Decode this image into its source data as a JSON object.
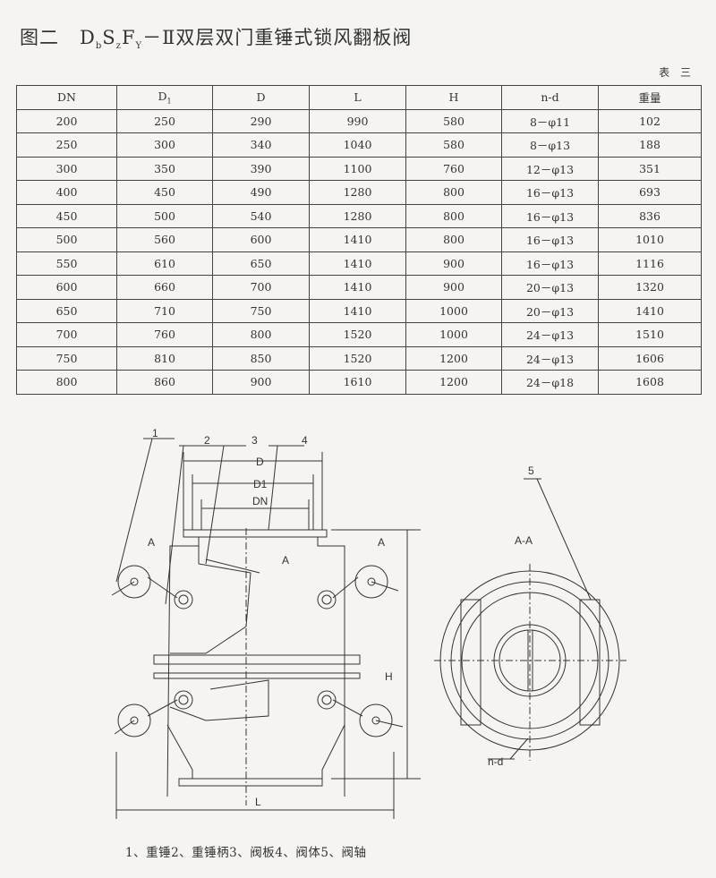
{
  "title": {
    "prefix": "图二",
    "model_d": "D",
    "model_b": "b",
    "model_s": "S",
    "model_z": "z",
    "model_f": "F",
    "model_y": "Y",
    "suffix": "－Ⅱ双层双门重锤式锁风翻板阀"
  },
  "table_tag": "表 三",
  "table": {
    "headers": [
      "DN",
      "D",
      "D",
      "L",
      "H",
      "n-d",
      "重量"
    ],
    "header_sub_d1": "1",
    "rows": [
      [
        "200",
        "250",
        "290",
        "990",
        "580",
        "8－φ11",
        "102"
      ],
      [
        "250",
        "300",
        "340",
        "1040",
        "580",
        "8－φ13",
        "188"
      ],
      [
        "300",
        "350",
        "390",
        "1100",
        "760",
        "12－φ13",
        "351"
      ],
      [
        "400",
        "450",
        "490",
        "1280",
        "800",
        "16－φ13",
        "693"
      ],
      [
        "450",
        "500",
        "540",
        "1280",
        "800",
        "16－φ13",
        "836"
      ],
      [
        "500",
        "560",
        "600",
        "1410",
        "800",
        "16－φ13",
        "1010"
      ],
      [
        "550",
        "610",
        "650",
        "1410",
        "900",
        "16－φ13",
        "1116"
      ],
      [
        "600",
        "660",
        "700",
        "1410",
        "900",
        "20－φ13",
        "1320"
      ],
      [
        "650",
        "710",
        "750",
        "1410",
        "1000",
        "20－φ13",
        "1410"
      ],
      [
        "700",
        "760",
        "800",
        "1520",
        "1000",
        "24－φ13",
        "1510"
      ],
      [
        "750",
        "810",
        "850",
        "1520",
        "1200",
        "24－φ13",
        "1606"
      ],
      [
        "800",
        "860",
        "900",
        "1610",
        "1200",
        "24－φ18",
        "1608"
      ]
    ]
  },
  "drawing": {
    "callouts": [
      "1",
      "2",
      "3",
      "4",
      "5"
    ],
    "dims": {
      "d": "D",
      "d1": "D1",
      "dn": "DN",
      "l": "L",
      "h": "H",
      "nd": "n-d"
    },
    "section_mark": "A",
    "section_title": "A-A"
  },
  "legend": "1、重锤2、重锤柄3、阀板4、阀体5、阀轴"
}
